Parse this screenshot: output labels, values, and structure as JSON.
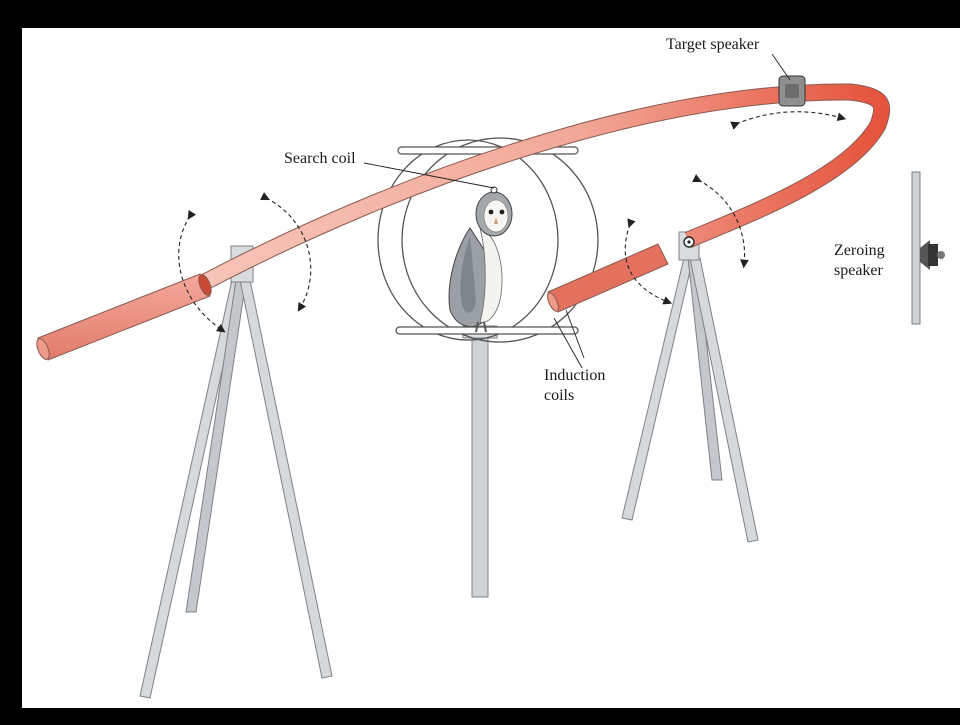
{
  "labels": {
    "target_speaker": "Target speaker",
    "search_coil": "Search coil",
    "zeroing_speaker_line1": "Zeroing",
    "zeroing_speaker_line2": "speaker",
    "induction_coils_line1": "Induction",
    "induction_coils_line2": "coils"
  },
  "colors": {
    "arc_light": "#f3b3a6",
    "arc_dark": "#e8604a",
    "tube": "#eb8f80",
    "metal": "#cfd3d6",
    "metal_edge": "#7d8286",
    "owl_wing": "#8e949a"
  }
}
